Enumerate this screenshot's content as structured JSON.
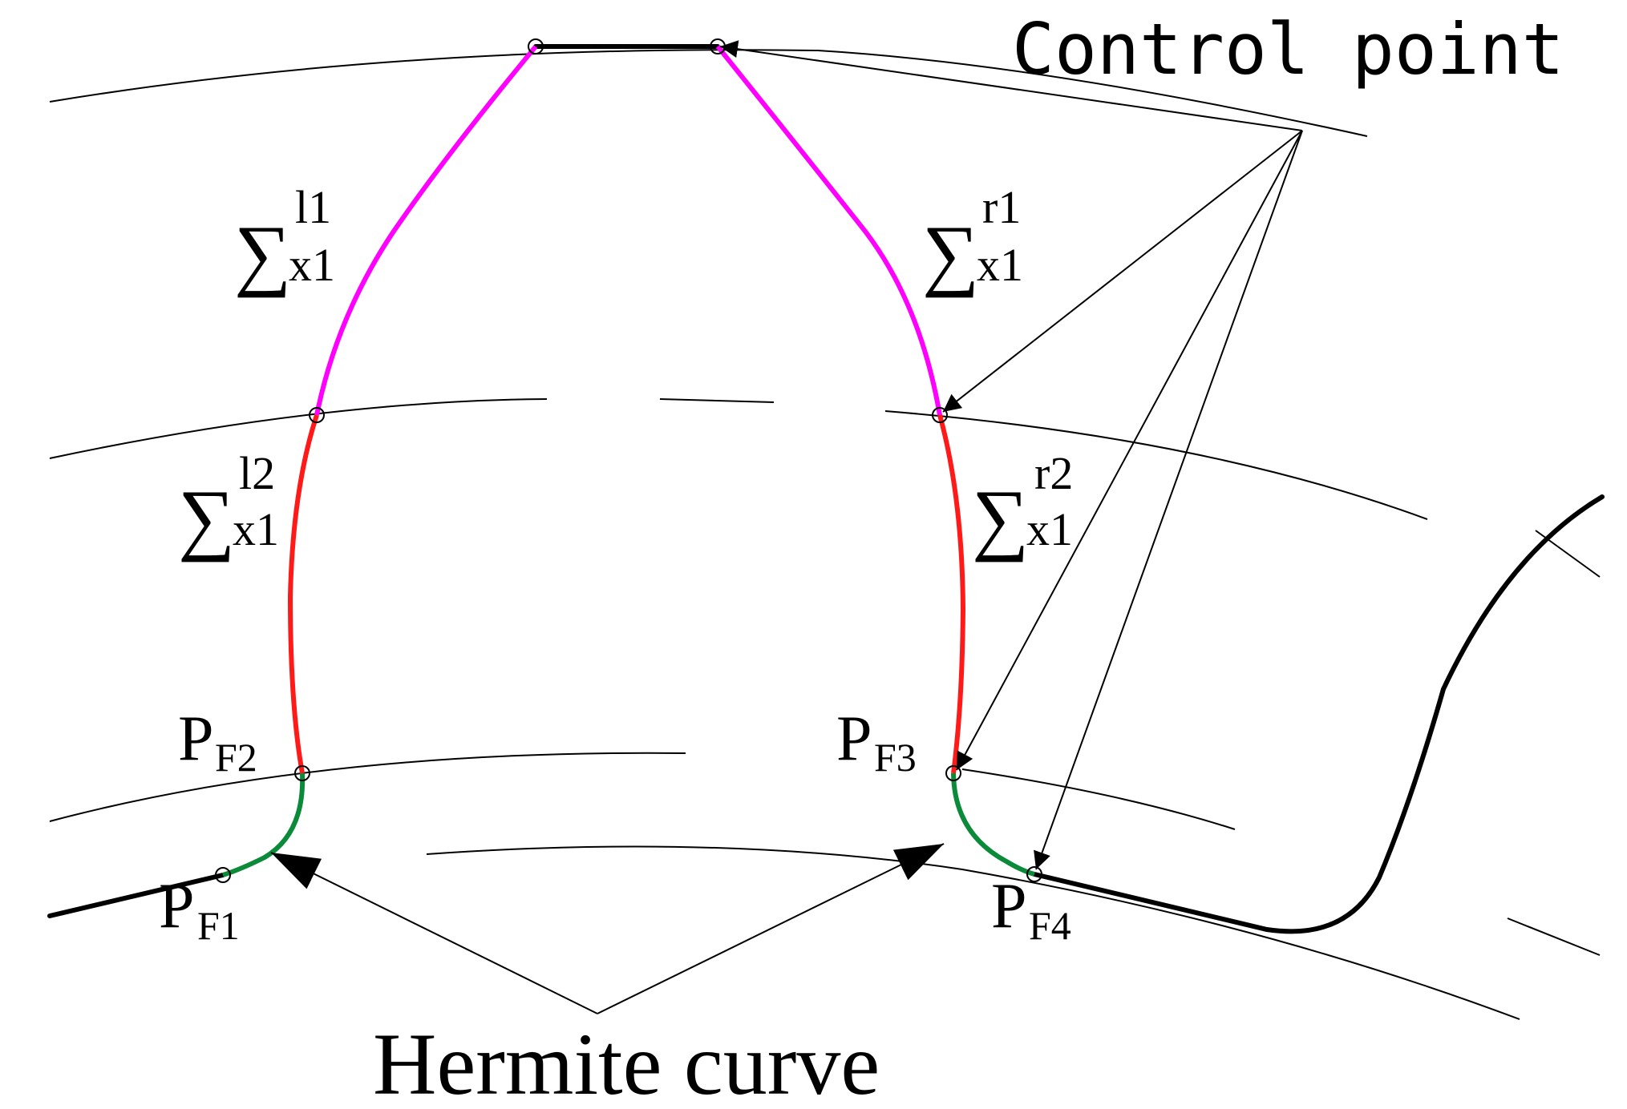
{
  "labels": {
    "control_point": "Control point",
    "hermite_curve": "Hermite curve",
    "sigma": "∑",
    "x1": "x1",
    "l1": "l1",
    "r1": "r1",
    "l2": "l2",
    "r2": "r2",
    "P": "P",
    "F1": "F1",
    "F2": "F2",
    "F3": "F3",
    "F4": "F4"
  },
  "colors": {
    "segment_1": "#ff00ff",
    "segment_2": "#ff1a1a",
    "hermite": "#0b8a3a",
    "outline": "#000000",
    "background": "#ffffff"
  }
}
